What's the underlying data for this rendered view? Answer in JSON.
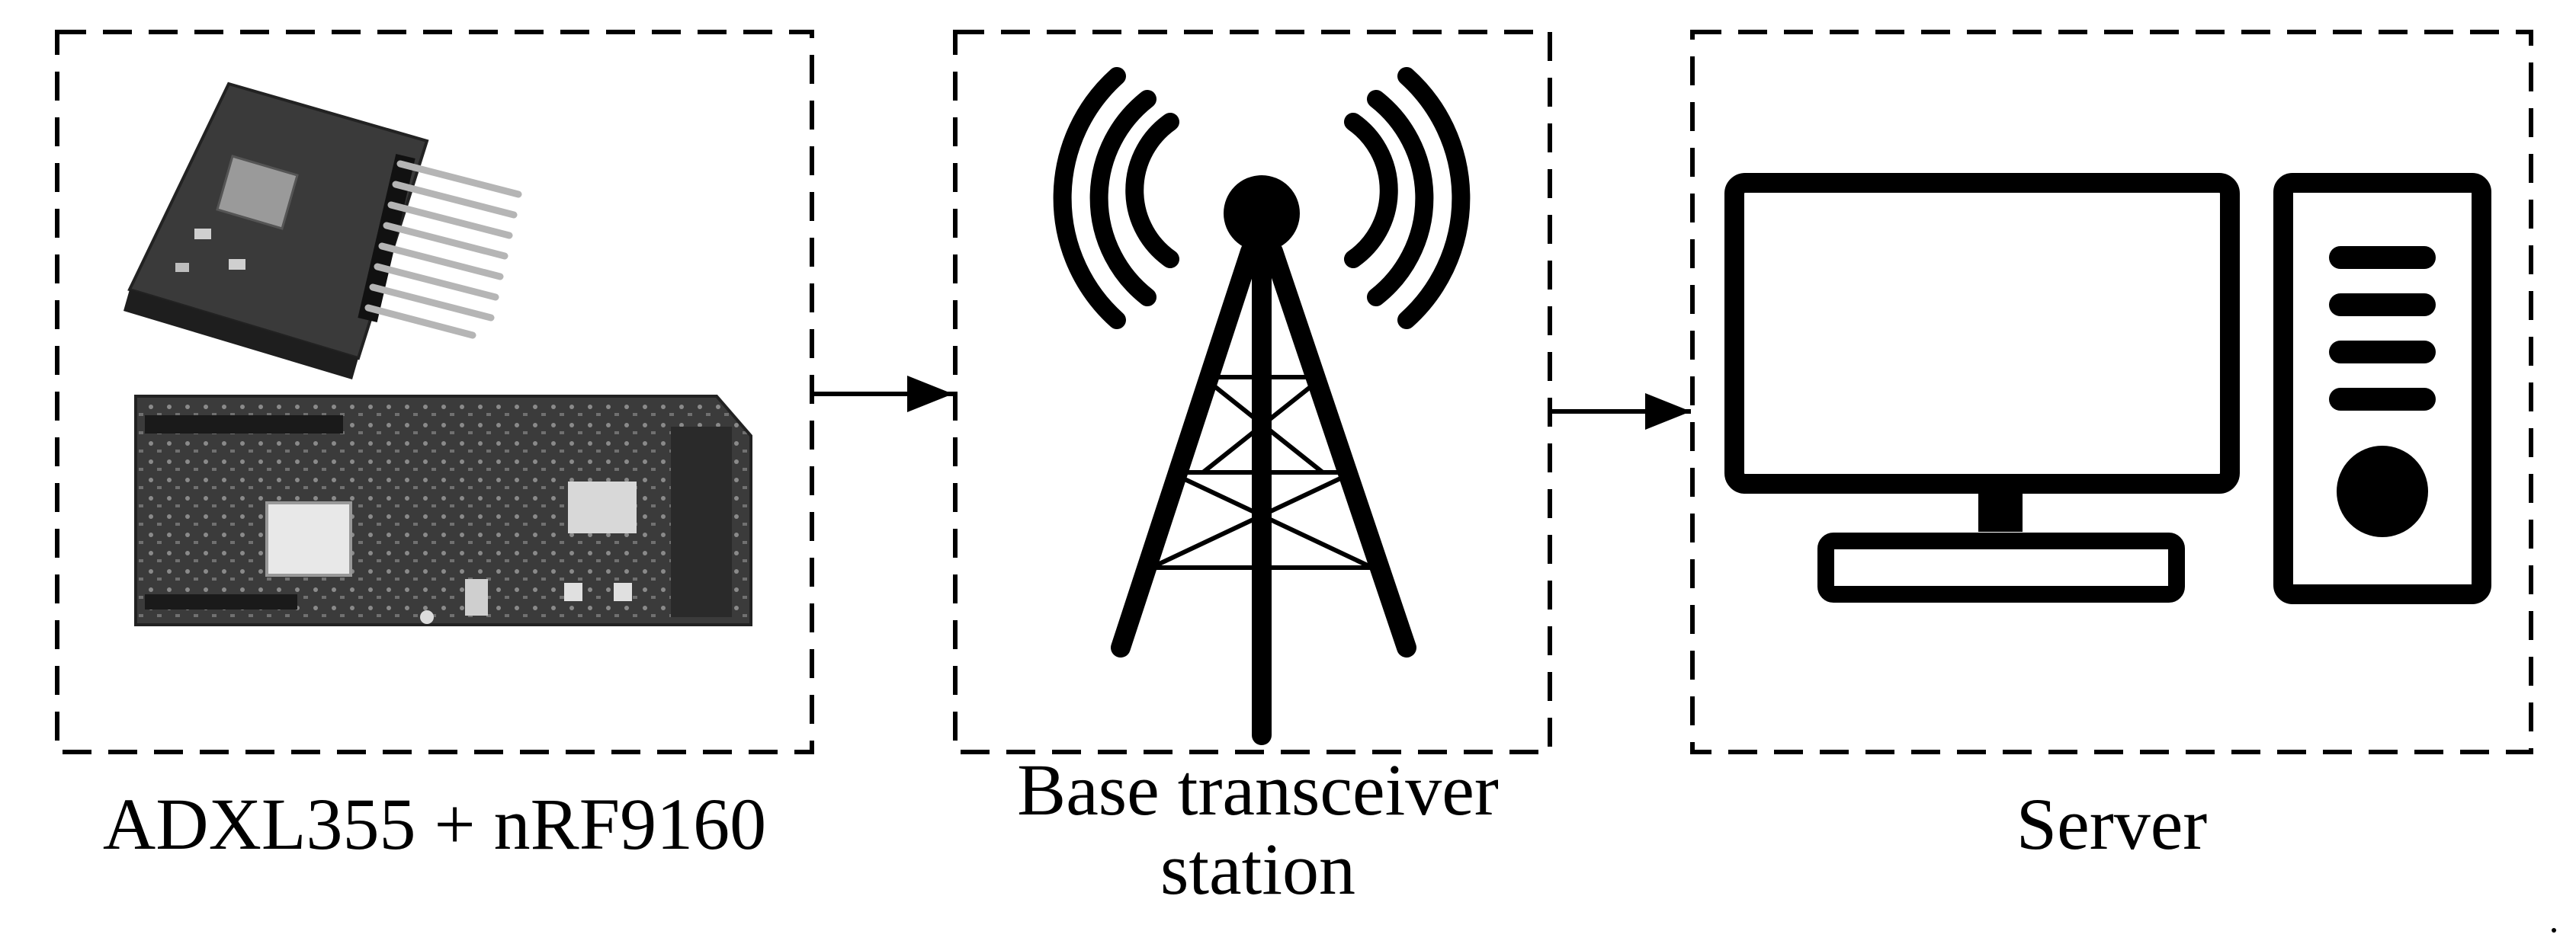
{
  "nodes": [
    {
      "id": "sensor",
      "caption": "ADXL355 + nRF9160"
    },
    {
      "id": "bts",
      "caption_line1": "Base transceiver",
      "caption_line2": "station"
    },
    {
      "id": "server",
      "caption": "Server"
    }
  ],
  "edges": [
    {
      "from": "sensor",
      "to": "bts"
    },
    {
      "from": "bts",
      "to": "server"
    }
  ],
  "icons": [
    "sensor-board-icon",
    "dev-board-icon",
    "cell-tower-icon",
    "monitor-icon",
    "pc-tower-icon"
  ],
  "colors": {
    "stroke": "#000000",
    "board_fill": "#3a3a3a",
    "background": "#ffffff"
  }
}
